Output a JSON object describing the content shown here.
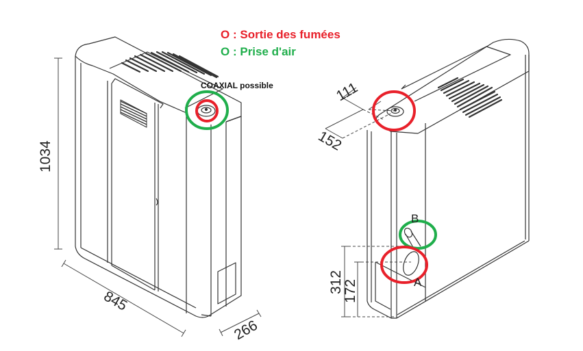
{
  "legend": {
    "items": [
      {
        "symbol": "O",
        "text": ": Sortie des fumées",
        "color": "#e8202a"
      },
      {
        "symbol": "O",
        "text": ": Prise d'air",
        "color": "#1fae4b"
      }
    ]
  },
  "annotations": {
    "coaxial": "COAXIAL possible",
    "outlet_a": "A",
    "outlet_b": "B"
  },
  "front_view": {
    "height_mm": "1034",
    "width_mm": "845",
    "depth_mm": "266"
  },
  "rear_view": {
    "flue_offset_1_mm": "111",
    "flue_offset_2_mm": "152",
    "outlet_height_1_mm": "312",
    "outlet_height_2_mm": "172"
  },
  "colors": {
    "smoke_outlet": "#e8202a",
    "air_intake": "#1fae4b",
    "line": "#333333"
  }
}
